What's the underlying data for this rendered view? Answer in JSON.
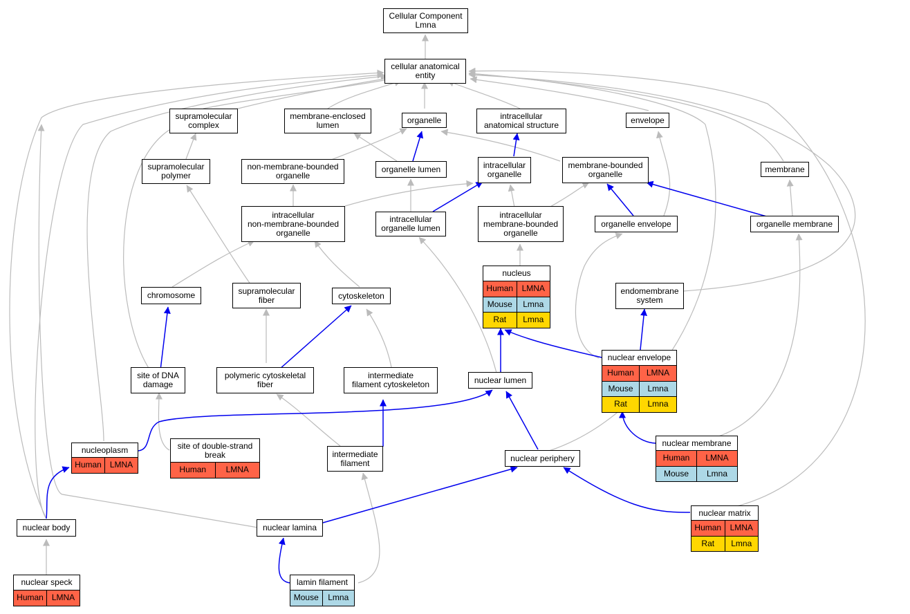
{
  "colors": {
    "human": "#ff6347",
    "mouse": "#add8e6",
    "rat": "#ffd700",
    "edge_grey": "#bbbbbb",
    "edge_blue": "#0000ee"
  },
  "nodes": {
    "cellular_component": "Cellular Component\nLmna",
    "cellular_anatomical_entity": "cellular anatomical\nentity",
    "supramolecular_complex": "supramolecular\ncomplex",
    "membrane_enclosed_lumen": "membrane-enclosed\nlumen",
    "organelle": "organelle",
    "intracellular_anatomical_structure": "intracellular\nanatomical structure",
    "envelope": "envelope",
    "supramolecular_polymer": "supramolecular\npolymer",
    "non_membrane_bounded_organelle": "non-membrane-bounded\norganelle",
    "organelle_lumen": "organelle lumen",
    "intracellular_organelle": "intracellular\norganelle",
    "membrane_bounded_organelle": "membrane-bounded\norganelle",
    "membrane": "membrane",
    "intracellular_nmb_organelle": "intracellular\nnon-membrane-bounded\norganelle",
    "intracellular_organelle_lumen": "intracellular\norganelle lumen",
    "intracellular_mb_organelle": "intracellular\nmembrane-bounded\norganelle",
    "organelle_envelope": "organelle envelope",
    "organelle_membrane": "organelle membrane",
    "nucleus": "nucleus",
    "chromosome": "chromosome",
    "supramolecular_fiber": "supramolecular\nfiber",
    "cytoskeleton": "cytoskeleton",
    "endomembrane_system": "endomembrane\nsystem",
    "site_of_dna_damage": "site of DNA\ndamage",
    "polymeric_cytoskeletal_fiber": "polymeric cytoskeletal\nfiber",
    "intermediate_filament_cytoskeleton": "intermediate\nfilament cytoskeleton",
    "nuclear_lumen": "nuclear lumen",
    "nuclear_envelope": "nuclear envelope",
    "nucleoplasm": "nucleoplasm",
    "site_of_dsb": "site of double-strand\nbreak",
    "intermediate_filament": "intermediate\nfilament",
    "nuclear_periphery": "nuclear periphery",
    "nuclear_membrane": "nuclear membrane",
    "nuclear_body": "nuclear body",
    "nuclear_lamina": "nuclear lamina",
    "nuclear_matrix": "nuclear matrix",
    "nuclear_speck": "nuclear speck",
    "lamin_filament": "lamin filament"
  },
  "species": {
    "human": "Human",
    "mouse": "Mouse",
    "rat": "Rat"
  },
  "genes": {
    "human": "LMNA",
    "rodent": "Lmna"
  }
}
